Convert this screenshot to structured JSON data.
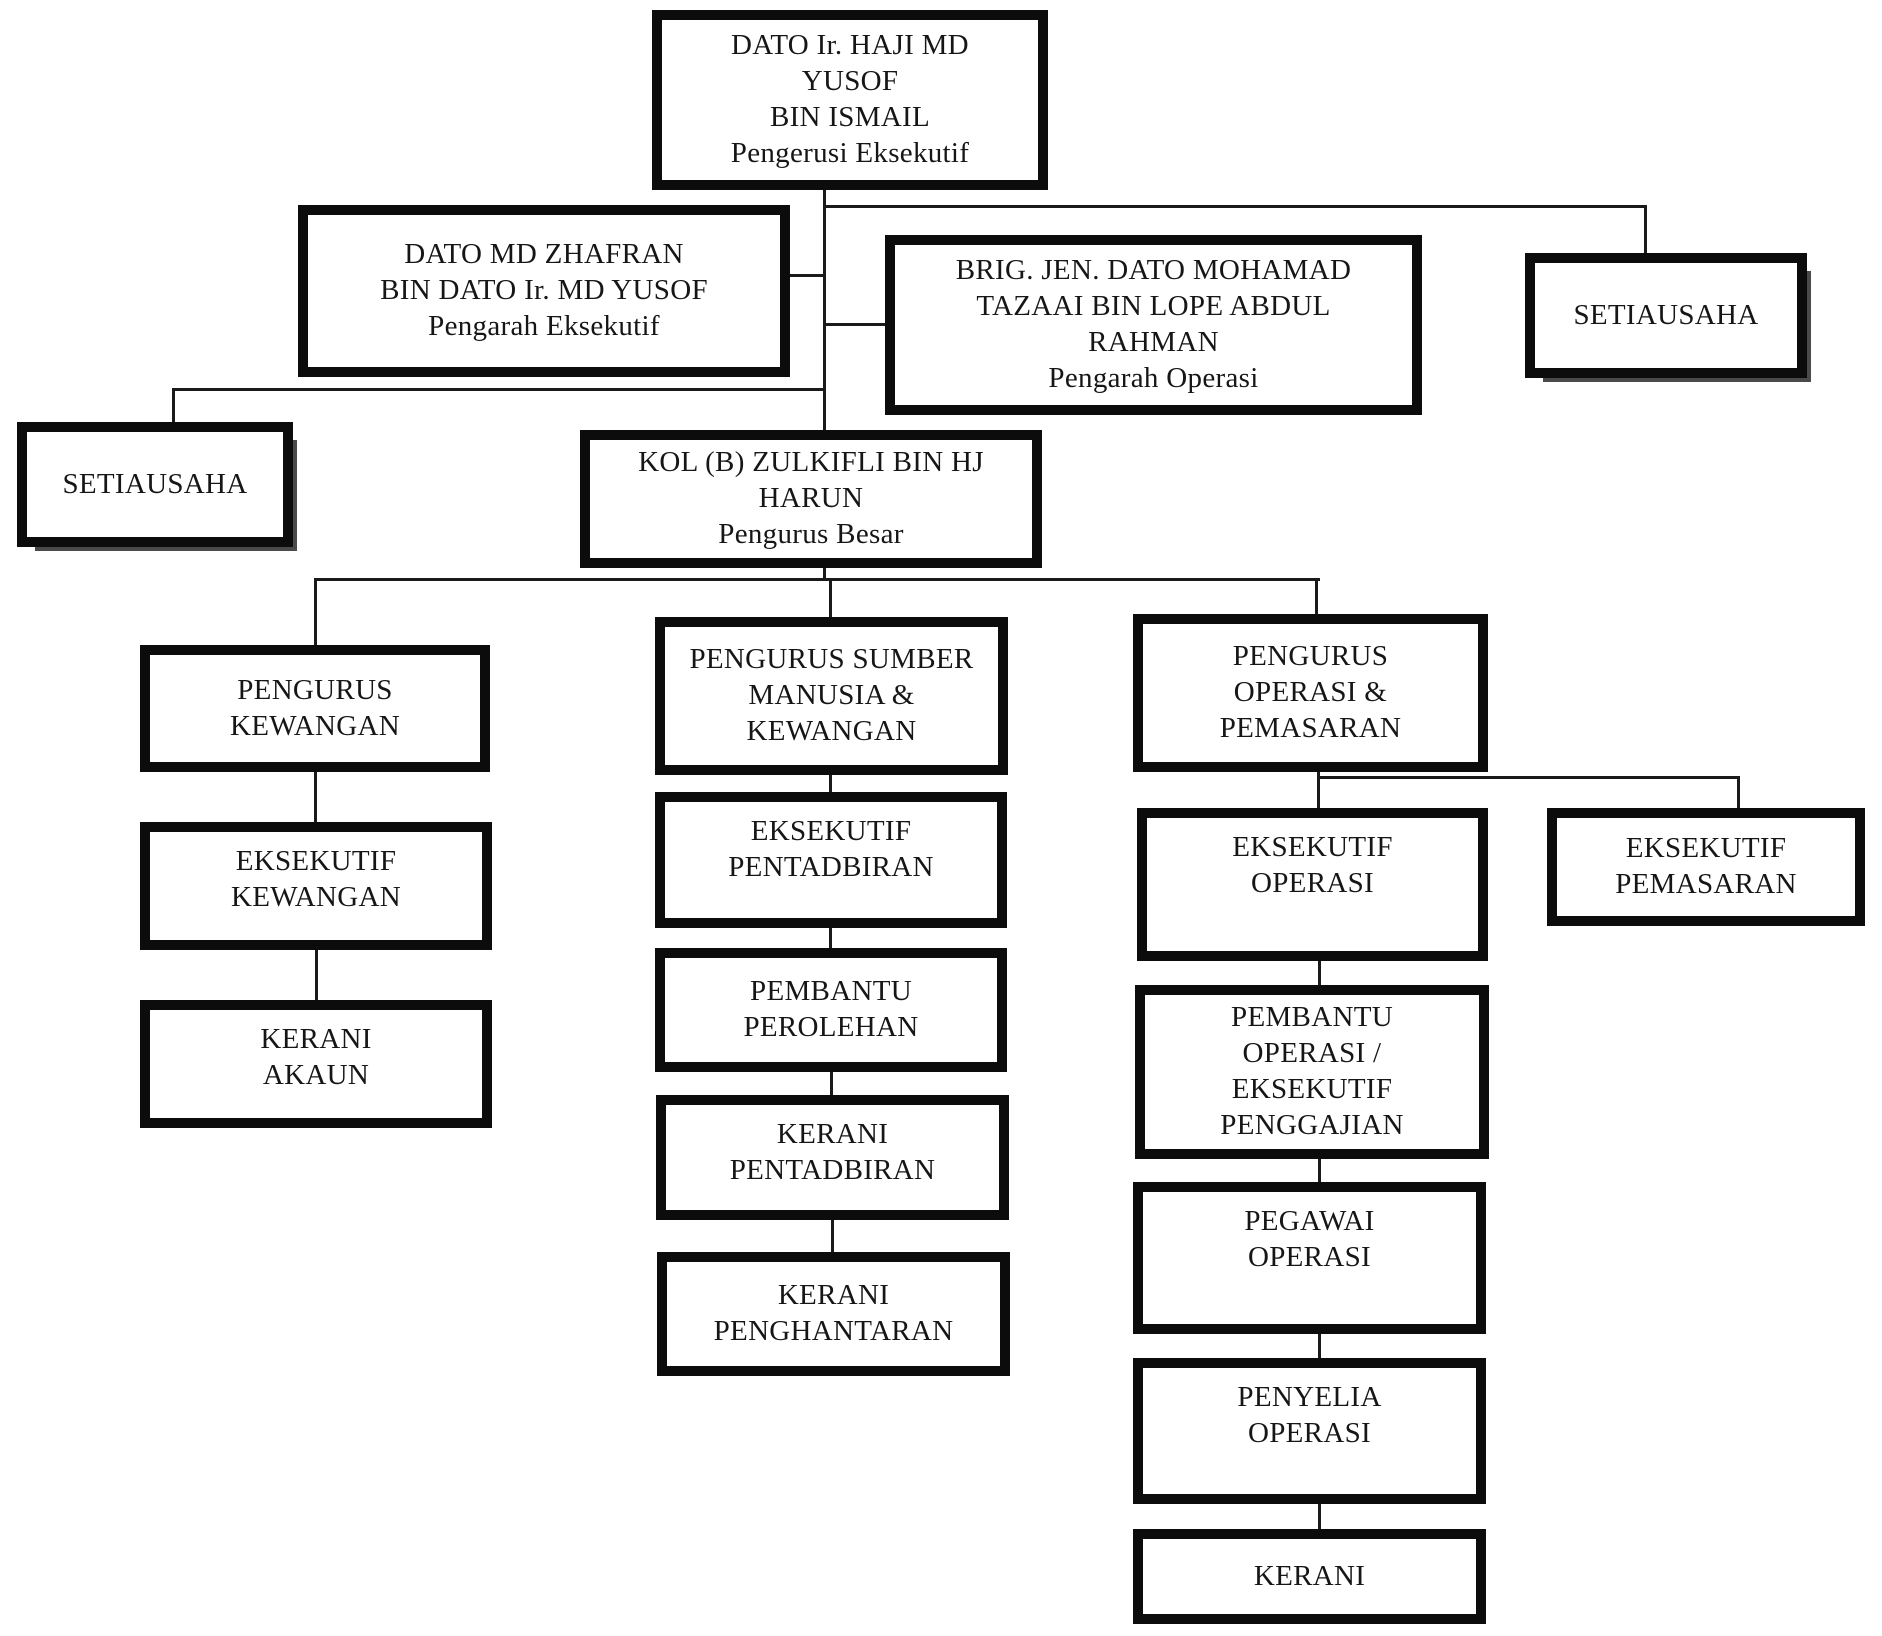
{
  "diagram": {
    "kind": "organizational-chart",
    "language": "Malay",
    "colors": {
      "border": "#0c0c0c",
      "background": "#ffffff",
      "text": "#161616",
      "connector": "#1a1a1a"
    }
  },
  "nodes": {
    "chairman": {
      "lines": [
        "DATO Ir. HAJI MD",
        "YUSOF",
        "BIN ISMAIL",
        "Pengerusi Eksekutif"
      ]
    },
    "exec_director": {
      "lines": [
        "DATO MD ZHAFRAN",
        "BIN DATO Ir. MD YUSOF",
        "Pengarah Eksekutif"
      ]
    },
    "ops_director": {
      "lines": [
        "BRIG. JEN. DATO MOHAMAD",
        "TAZAAI BIN LOPE ABDUL",
        "RAHMAN",
        "Pengarah Operasi"
      ]
    },
    "secretary_right": {
      "lines": [
        "SETIAUSAHA"
      ]
    },
    "secretary_left": {
      "lines": [
        "SETIAUSAHA"
      ]
    },
    "general_manager": {
      "lines": [
        "KOL (B) ZULKIFLI BIN HJ",
        "HARUN",
        "Pengurus Besar"
      ]
    },
    "pengurus_kewangan": {
      "lines": [
        "PENGURUS",
        "KEWANGAN"
      ]
    },
    "pengurus_sumber": {
      "lines": [
        "PENGURUS SUMBER",
        "MANUSIA &",
        "KEWANGAN"
      ]
    },
    "pengurus_operasi": {
      "lines": [
        "PENGURUS",
        "OPERASI &",
        "PEMASARAN"
      ]
    },
    "eksekutif_kewangan": {
      "lines": [
        "EKSEKUTIF",
        "KEWANGAN"
      ]
    },
    "kerani_akaun": {
      "lines": [
        "KERANI",
        "AKAUN"
      ]
    },
    "eksekutif_pentadbiran": {
      "lines": [
        "EKSEKUTIF",
        "PENTADBIRAN"
      ]
    },
    "pembantu_perolehan": {
      "lines": [
        "PEMBANTU",
        "PEROLEHAN"
      ]
    },
    "kerani_pentadbiran": {
      "lines": [
        "KERANI",
        "PENTADBIRAN"
      ]
    },
    "kerani_penghantaran": {
      "lines": [
        "KERANI",
        "PENGHANTARAN"
      ]
    },
    "eksekutif_operasi": {
      "lines": [
        "EKSEKUTIF",
        "OPERASI"
      ]
    },
    "eksekutif_pemasaran": {
      "lines": [
        "EKSEKUTIF",
        "PEMASARAN"
      ]
    },
    "pembantu_operasi": {
      "lines": [
        "PEMBANTU",
        "OPERASI /",
        "EKSEKUTIF",
        "PENGGAJIAN"
      ]
    },
    "pegawai_operasi": {
      "lines": [
        "PEGAWAI",
        "OPERASI"
      ]
    },
    "penyelia_operasi": {
      "lines": [
        "PENYELIA",
        "OPERASI"
      ]
    },
    "kerani": {
      "lines": [
        "KERANI"
      ]
    }
  },
  "edges": [
    [
      "chairman",
      "exec_director"
    ],
    [
      "chairman",
      "ops_director"
    ],
    [
      "chairman",
      "secretary_right"
    ],
    [
      "chairman",
      "secretary_left"
    ],
    [
      "chairman",
      "general_manager"
    ],
    [
      "general_manager",
      "pengurus_kewangan"
    ],
    [
      "general_manager",
      "pengurus_sumber"
    ],
    [
      "general_manager",
      "pengurus_operasi"
    ],
    [
      "pengurus_kewangan",
      "eksekutif_kewangan"
    ],
    [
      "eksekutif_kewangan",
      "kerani_akaun"
    ],
    [
      "pengurus_sumber",
      "eksekutif_pentadbiran"
    ],
    [
      "eksekutif_pentadbiran",
      "pembantu_perolehan"
    ],
    [
      "pembantu_perolehan",
      "kerani_pentadbiran"
    ],
    [
      "kerani_pentadbiran",
      "kerani_penghantaran"
    ],
    [
      "pengurus_operasi",
      "eksekutif_operasi"
    ],
    [
      "pengurus_operasi",
      "eksekutif_pemasaran"
    ],
    [
      "eksekutif_operasi",
      "pembantu_operasi"
    ],
    [
      "pembantu_operasi",
      "pegawai_operasi"
    ],
    [
      "pegawai_operasi",
      "penyelia_operasi"
    ],
    [
      "penyelia_operasi",
      "kerani"
    ]
  ]
}
